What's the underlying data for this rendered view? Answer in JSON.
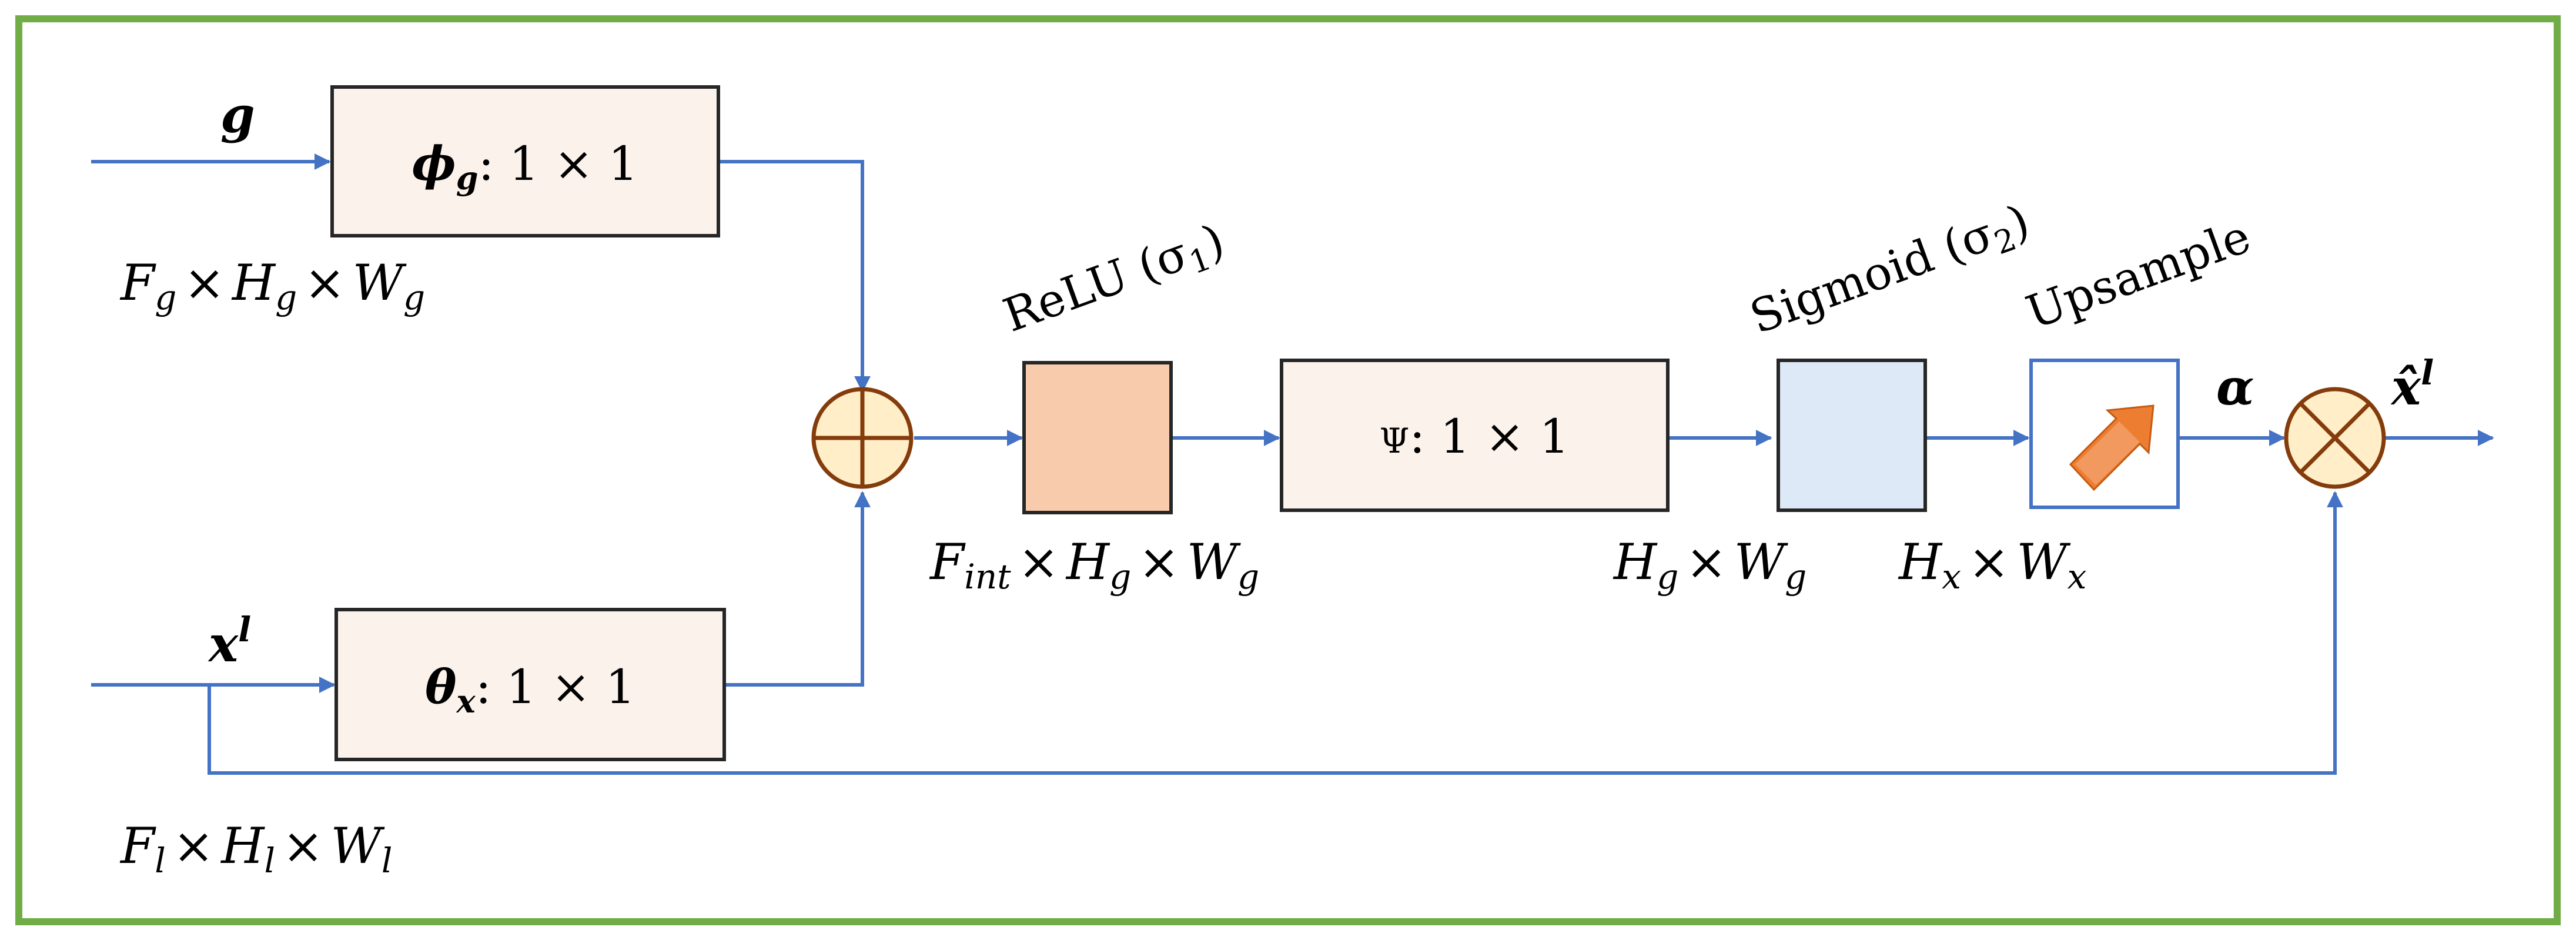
{
  "colors": {
    "frame": "#70ad47",
    "line": "#4472c4",
    "box_fill": "#fbf2ec",
    "relu_fill": "#f8cbad",
    "sigmoid_fill": "#dde9f6",
    "node_fill": "#ffeec7",
    "node_stroke": "#843c0c",
    "upsample_arrow": "#ed7d31"
  },
  "inputs": {
    "g": {
      "symbol": "g",
      "dims": {
        "f": "F",
        "f_sub": "g",
        "h": "H",
        "h_sub": "g",
        "w": "W",
        "w_sub": "g"
      }
    },
    "x": {
      "symbol": "x",
      "sup": "l",
      "dims": {
        "f": "F",
        "f_sub": "l",
        "h": "H",
        "h_sub": "l",
        "w": "W",
        "w_sub": "l"
      }
    }
  },
  "blocks": {
    "phi": {
      "symbol": "ϕ",
      "sub": "g",
      "kernel": ": 1 × 1"
    },
    "theta": {
      "symbol": "θ",
      "sub": "x",
      "kernel": ": 1 × 1"
    },
    "psi": {
      "symbol": "Ψ",
      "kernel": ": 1 × 1"
    }
  },
  "activations": {
    "relu": {
      "label": "ReLU (σ",
      "sub": "1",
      "close": ")"
    },
    "sigmoid": {
      "label": "Sigmoid (σ",
      "sub": "2",
      "close": ")"
    },
    "upsample": {
      "label": "Upsample",
      "icon": "upsample-arrow-icon"
    }
  },
  "dims": {
    "relu_out": {
      "f": "F",
      "f_sub": "int",
      "h": "H",
      "h_sub": "g",
      "w": "W",
      "w_sub": "g"
    },
    "psi_out": {
      "h": "H",
      "h_sub": "g",
      "w": "W",
      "w_sub": "g"
    },
    "upsample_out": {
      "h": "H",
      "h_sub": "x",
      "w": "W",
      "w_sub": "x"
    }
  },
  "symbols": {
    "times": "×",
    "alpha": "α",
    "output": "x̂",
    "output_sup": "l"
  }
}
